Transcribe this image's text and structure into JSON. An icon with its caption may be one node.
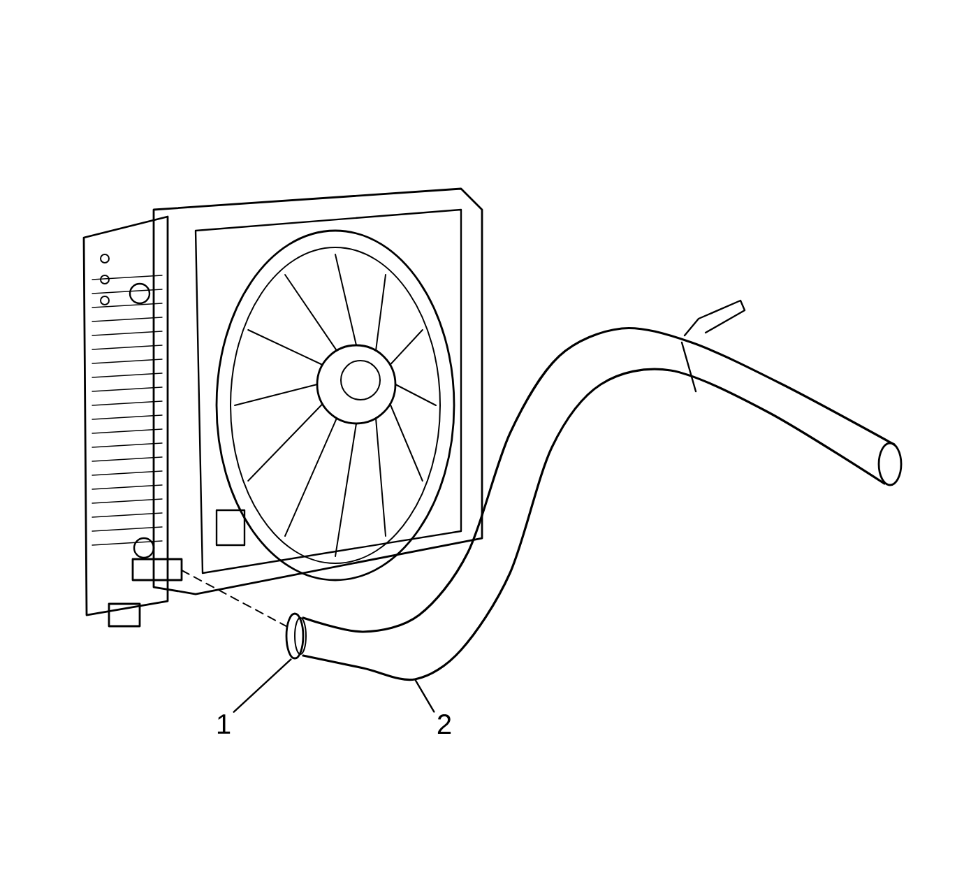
{
  "diagram": {
    "nodes": [
      {
        "text": [
          "1"
        ]
      },
      {
        "text": [
          "2"
        ]
      },
      {
        "text": [],
        "shape": "circle"
      },
      {
        "text": [],
        "shape": "picture"
      }
    ],
    "edges": [
      {
        "from": 0,
        "to": 2,
        "arrow": "none"
      },
      {
        "from": 1,
        "to": 3,
        "arrow": "none"
      }
    ]
  }
}
